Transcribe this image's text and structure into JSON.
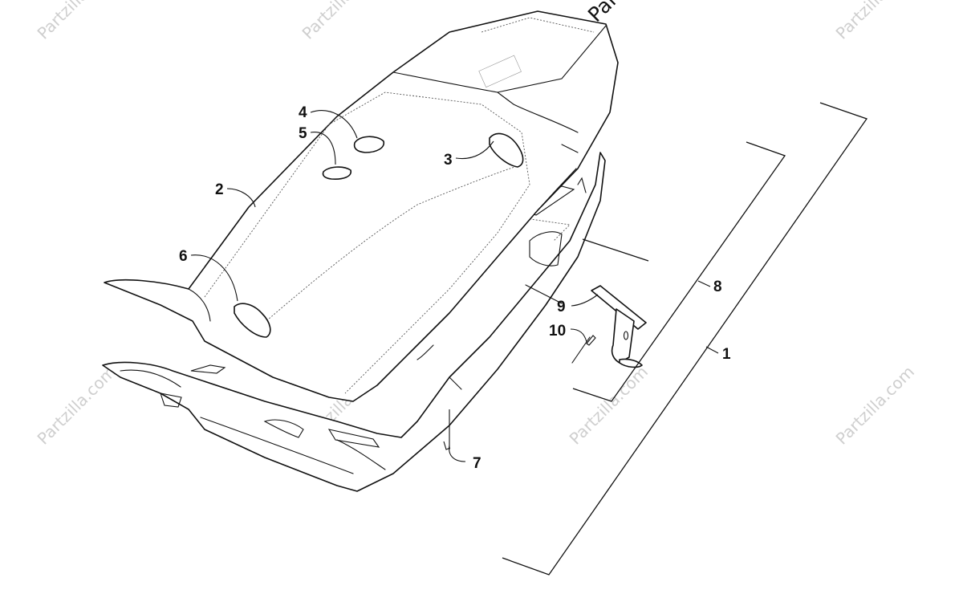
{
  "diagram": {
    "callouts": {
      "c1": "1",
      "c2": "2",
      "c3": "3",
      "c4": "4",
      "c5": "5",
      "c6": "6",
      "c7": "7",
      "c8": "8",
      "c9": "9",
      "c10": "10"
    },
    "watermark": {
      "text": "Partzilla.com",
      "top_text": "© Parts"
    },
    "colors": {
      "line": "#111111",
      "watermark": "#cfcfcf",
      "background": "#ffffff"
    }
  }
}
